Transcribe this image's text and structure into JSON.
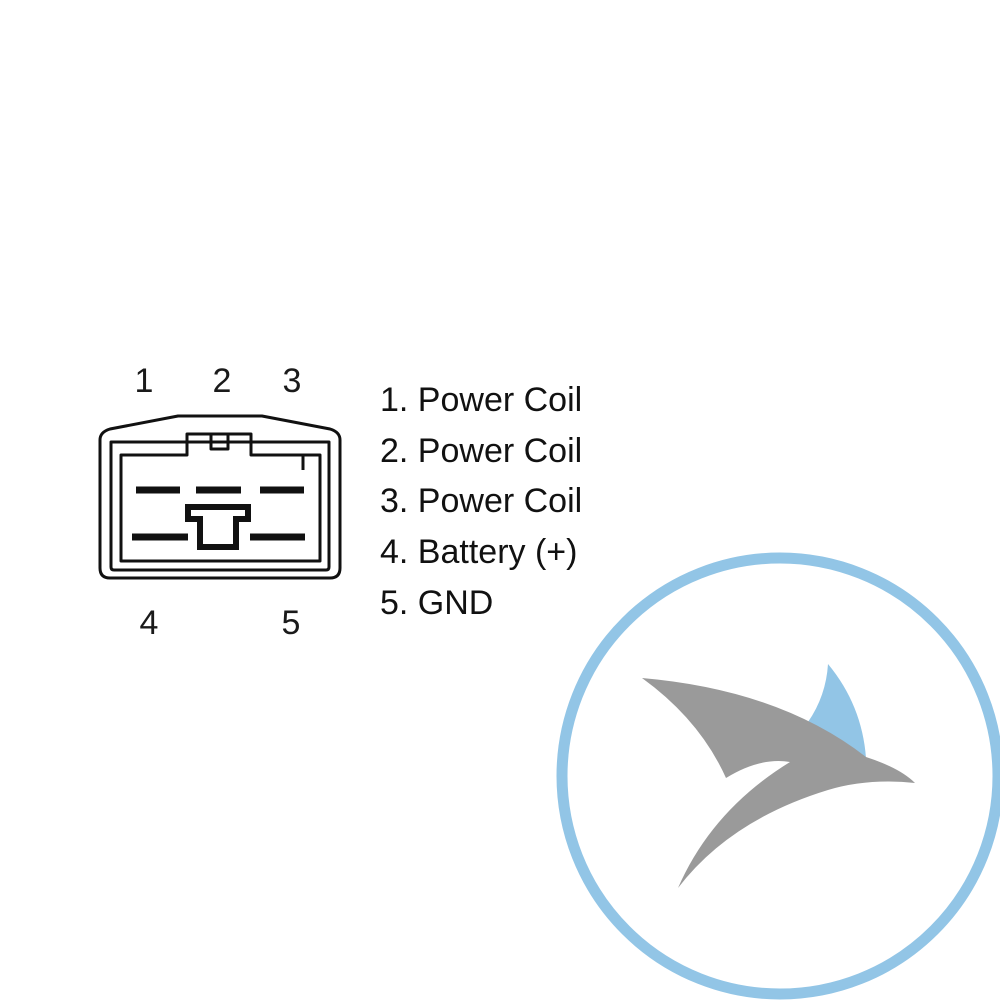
{
  "connector": {
    "pins_top": [
      "1",
      "2",
      "3"
    ],
    "pins_bottom": [
      "4",
      "5"
    ]
  },
  "legend": [
    "1. Power Coil",
    "2. Power Coil",
    "3. Power Coil",
    "4. Battery (+)",
    "5. GND"
  ],
  "colors": {
    "line": "#111111",
    "logo_ring": "#92c5e6",
    "logo_bird_gray": "#9a9a9a",
    "logo_bird_wing_blue": "#92c5e6"
  },
  "icons": {
    "logo": "bird-in-circle-logo"
  }
}
